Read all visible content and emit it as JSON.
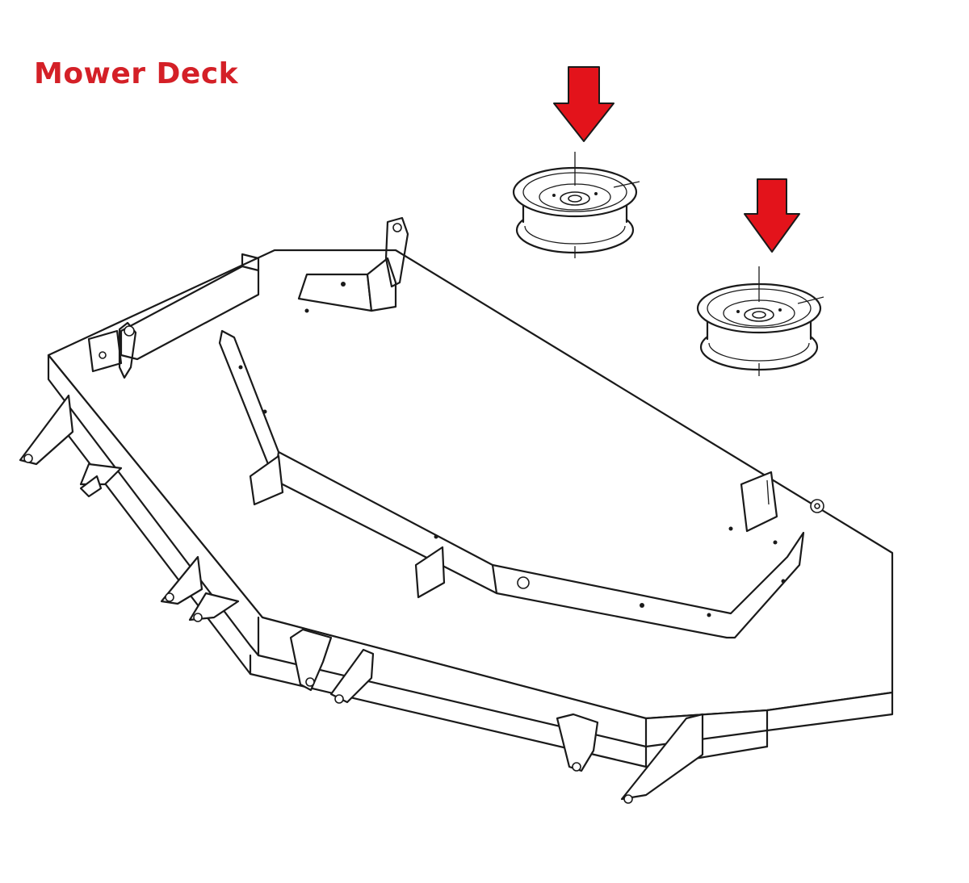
{
  "title": "Mower Deck",
  "colors": {
    "title": "#d42027",
    "arrow": "#e3131b",
    "arrow_outline": "#1a1a1a",
    "line": "#1a1a1a"
  },
  "parts": [
    {
      "name": "idler-pulley",
      "highlighted": true
    },
    {
      "name": "idler-pulley",
      "highlighted": true
    }
  ]
}
